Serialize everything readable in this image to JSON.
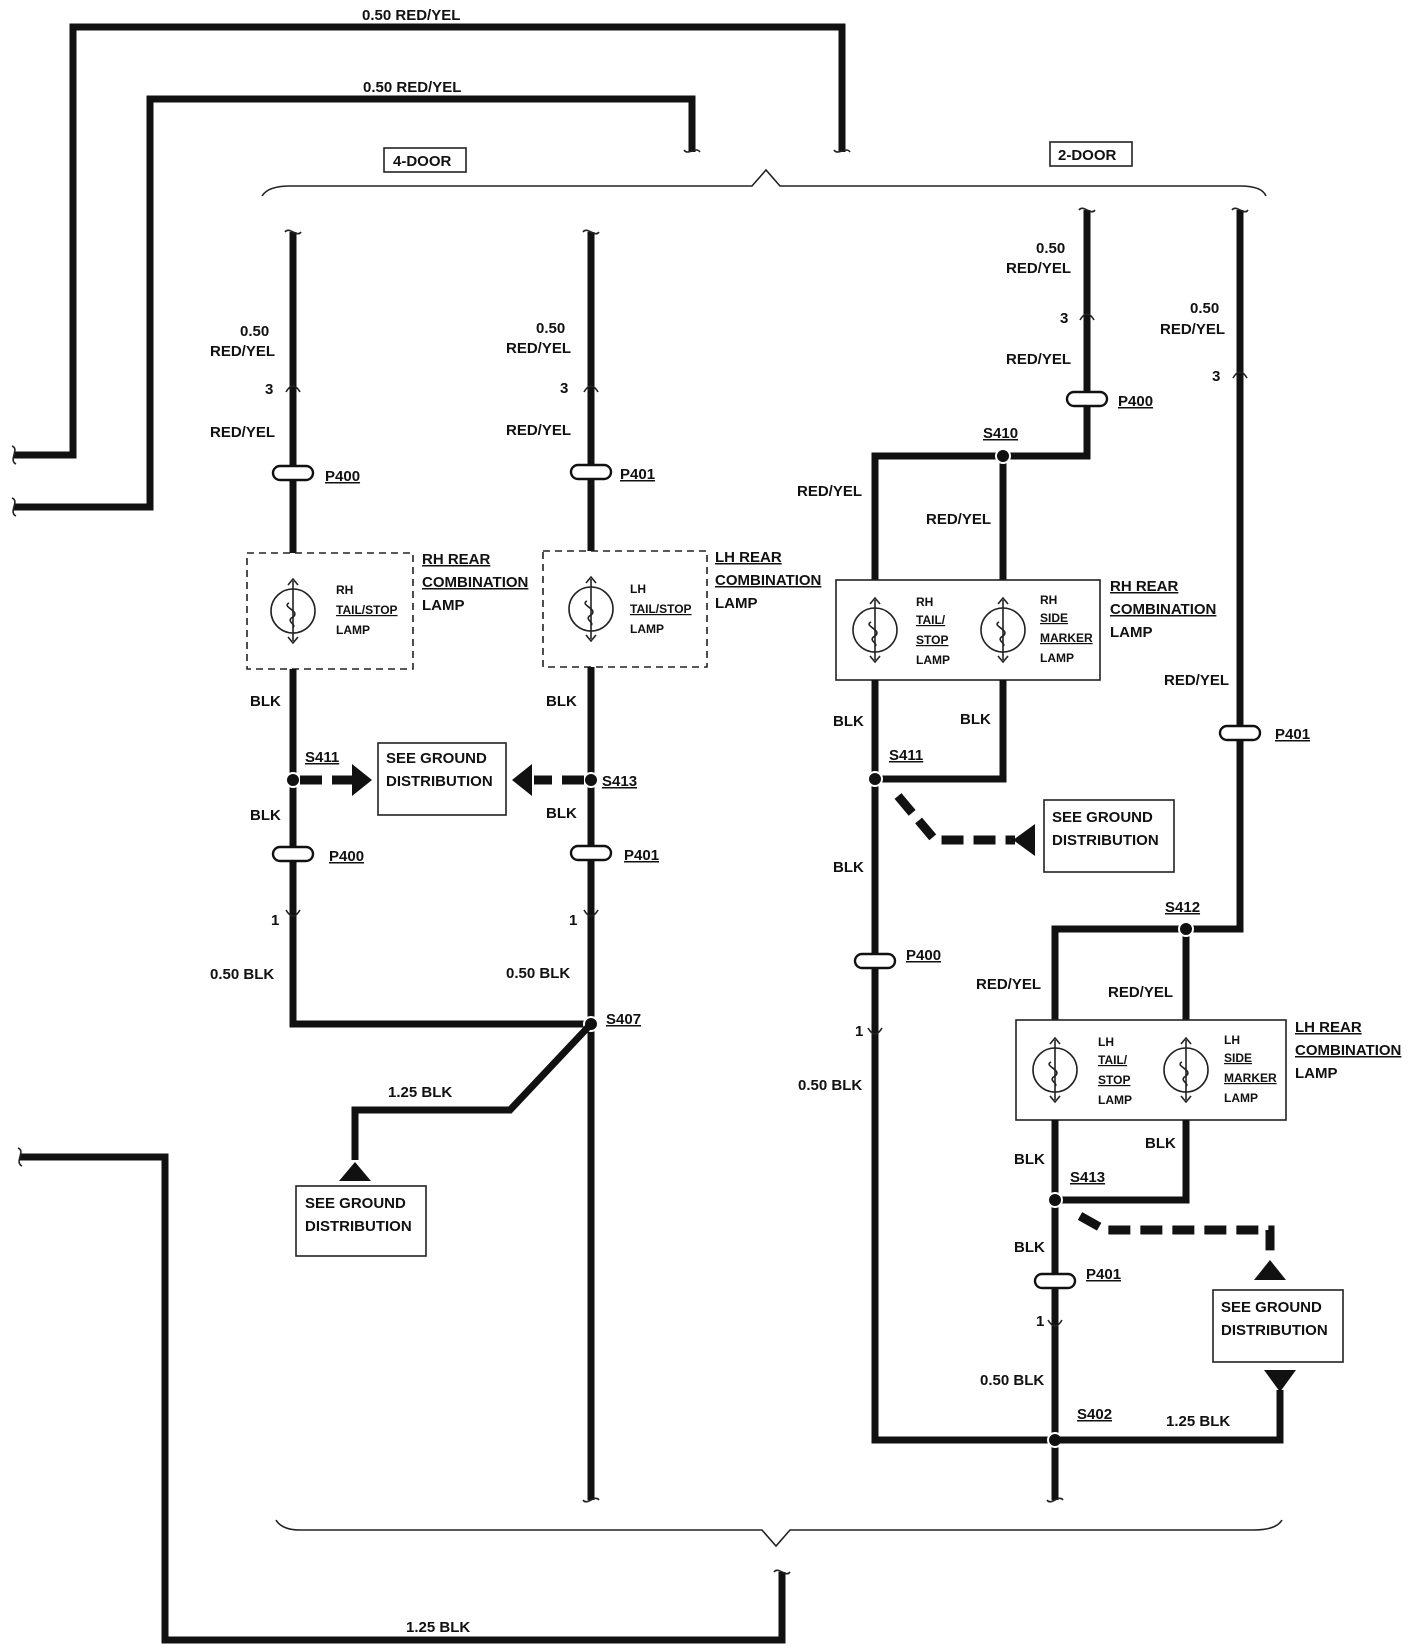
{
  "top": {
    "wire_outer_label": "0.50 RED/YEL",
    "wire_inner_label": "0.50 RED/YEL",
    "four_door_label": "4-DOOR",
    "two_door_label": "2-DOOR"
  },
  "bottom": {
    "wire_label": "1.25 BLK"
  },
  "ground_ref": {
    "line1": "SEE GROUND",
    "line2": "DISTRIBUTION"
  },
  "four_door": {
    "rh": {
      "wire_top_gauge": "0.50",
      "wire_top_color": "RED/YEL",
      "pin_top": "3",
      "wire_mid_color": "RED/YEL",
      "conn_top": "P400",
      "lamp_line1": "RH",
      "lamp_line2": "TAIL/STOP",
      "lamp_line3": "LAMP",
      "comp_line1": "RH REAR",
      "comp_line2": "COMBINATION",
      "comp_line3": "LAMP",
      "wire_blk_1": "BLK",
      "splice": "S411",
      "wire_blk_2": "BLK",
      "conn_bottom": "P400",
      "pin_bottom": "1",
      "wire_bottom": "0.50 BLK"
    },
    "lh": {
      "wire_top_gauge": "0.50",
      "wire_top_color": "RED/YEL",
      "pin_top": "3",
      "wire_mid_color": "RED/YEL",
      "conn_top": "P401",
      "lamp_line1": "LH",
      "lamp_line2": "TAIL/STOP",
      "lamp_line3": "LAMP",
      "comp_line1": "LH REAR",
      "comp_line2": "COMBINATION",
      "comp_line3": "LAMP",
      "wire_blk_1": "BLK",
      "splice": "S413",
      "wire_blk_2": "BLK",
      "conn_bottom": "P401",
      "pin_bottom": "1",
      "wire_bottom": "0.50 BLK"
    },
    "common_splice": "S407",
    "ground_wire": "1.25 BLK"
  },
  "two_door": {
    "rh": {
      "wire_top_gauge": "0.50",
      "wire_top_color": "RED/YEL",
      "pin_top": "3",
      "wire_mid_color": "RED/YEL",
      "conn_top": "P400",
      "splice_top": "S410",
      "branch_left_color": "RED/YEL",
      "branch_right_color": "RED/YEL",
      "tail_line1": "RH",
      "tail_line2": "TAIL/",
      "tail_line3": "STOP",
      "tail_line4": "LAMP",
      "side_line1": "RH",
      "side_line2": "SIDE",
      "side_line3": "MARKER",
      "side_line4": "LAMP",
      "comp_line1": "RH REAR",
      "comp_line2": "COMBINATION",
      "comp_line3": "LAMP",
      "blk_left": "BLK",
      "blk_right": "BLK",
      "splice": "S411",
      "blk_below": "BLK",
      "conn_bottom": "P400",
      "pin_bottom": "1",
      "wire_bottom": "0.50 BLK"
    },
    "lh": {
      "wire_top_gauge": "0.50",
      "wire_top_color": "RED/YEL",
      "pin_top": "3",
      "wire_mid_color": "RED/YEL",
      "conn_mid": "P401",
      "splice_top": "S412",
      "branch_left_color": "RED/YEL",
      "branch_right_color": "RED/YEL",
      "tail_line1": "LH",
      "tail_line2": "TAIL/",
      "tail_line3": "STOP",
      "tail_line4": "LAMP",
      "side_line1": "LH",
      "side_line2": "SIDE",
      "side_line3": "MARKER",
      "side_line4": "LAMP",
      "comp_line1": "LH REAR",
      "comp_line2": "COMBINATION",
      "comp_line3": "LAMP",
      "blk_left": "BLK",
      "blk_right": "BLK",
      "splice": "S413",
      "blk_below": "BLK",
      "conn_bottom": "P401",
      "pin_bottom": "1",
      "wire_bottom": "0.50 BLK",
      "common_splice": "S402",
      "ground_wire": "1.25 BLK"
    }
  }
}
